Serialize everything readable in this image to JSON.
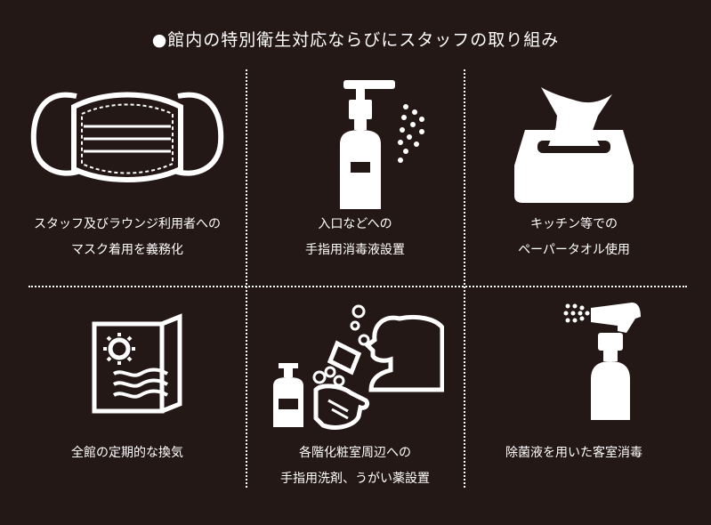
{
  "title": "●館内の特別衛生対応ならびにスタッフの取り組み",
  "items": [
    {
      "icon": "mask-icon",
      "lines": [
        "スタッフ及びラウンジ利用者への",
        "マスク着用を義務化"
      ]
    },
    {
      "icon": "pump-bottle-icon",
      "lines": [
        "入口などへの",
        "手指用消毒液設置"
      ]
    },
    {
      "icon": "tissue-box-icon",
      "lines": [
        "キッチン等での",
        "ペーパータオル使用"
      ]
    },
    {
      "icon": "ventilation-icon",
      "lines": [
        "全館の定期的な換気"
      ]
    },
    {
      "icon": "handwash-gargle-icon",
      "lines": [
        "各階化粧室周辺への",
        "手指用洗剤、うがい薬設置"
      ]
    },
    {
      "icon": "spray-bottle-icon",
      "lines": [
        "除菌液を用いた客室消毒"
      ]
    }
  ]
}
